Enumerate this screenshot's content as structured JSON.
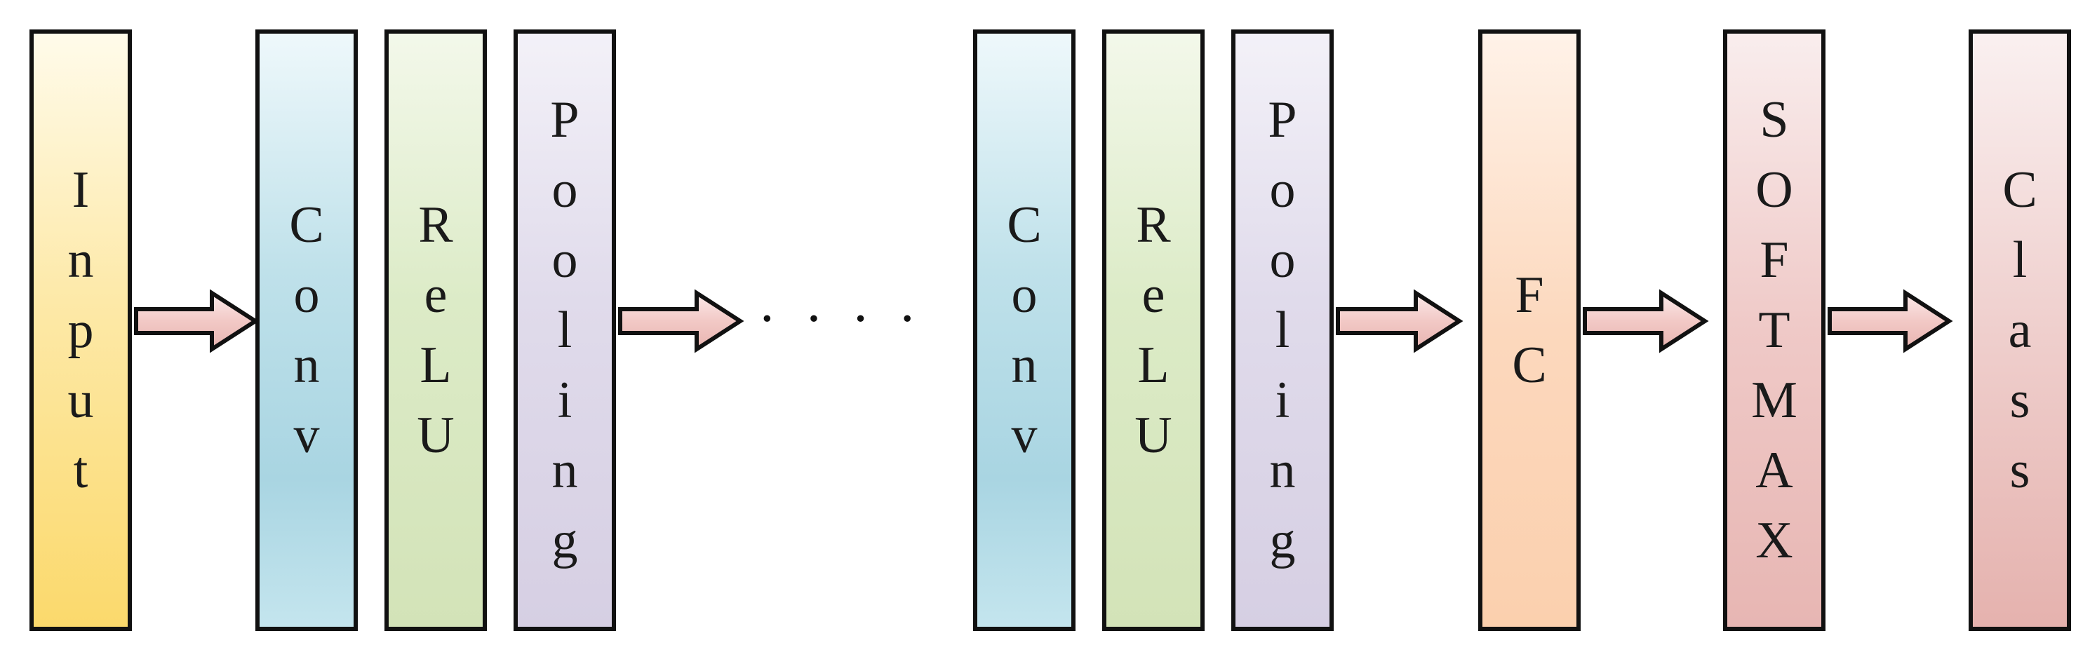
{
  "blocks": [
    {
      "id": "input",
      "label": "Input",
      "kind": "input"
    },
    {
      "id": "conv-1",
      "label": "Conv",
      "kind": "conv"
    },
    {
      "id": "relu-1",
      "label": "ReLU",
      "kind": "relu"
    },
    {
      "id": "pool-1",
      "label": "Pooling",
      "kind": "pool"
    },
    {
      "id": "conv-2",
      "label": "Conv",
      "kind": "conv"
    },
    {
      "id": "relu-2",
      "label": "ReLU",
      "kind": "relu"
    },
    {
      "id": "pool-2",
      "label": "Pooling",
      "kind": "pool"
    },
    {
      "id": "fc",
      "label": "FC",
      "kind": "fc"
    },
    {
      "id": "softmax",
      "label": "SOFTMAX",
      "kind": "softmax"
    },
    {
      "id": "class",
      "label": "Class",
      "kind": "class"
    }
  ],
  "ellipsis": "· · · ·",
  "colors": {
    "outline": "#111111",
    "arrow_fill": "#f2c9c6",
    "arrow_fill_light": "#fbeaea"
  }
}
